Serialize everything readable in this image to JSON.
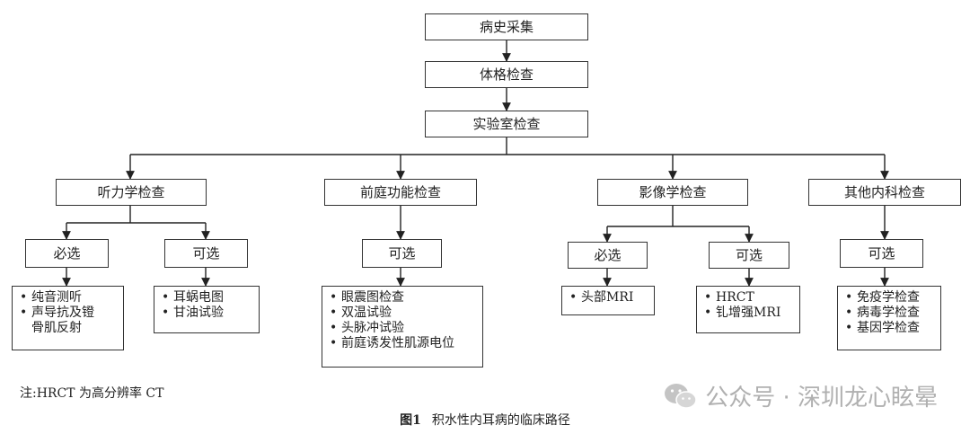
{
  "nodes": {
    "history": "病史采集",
    "physical": "体格检查",
    "lab": "实验室检查",
    "hearing": "听力学检查",
    "hearing_req": "必选",
    "hearing_opt": "可选",
    "vestibular": "前庭功能检查",
    "vestibular_opt": "可选",
    "imaging": "影像学检查",
    "imaging_req": "必选",
    "imaging_opt": "可选",
    "internal": "其他内科检查",
    "internal_opt": "可选"
  },
  "lists": {
    "hearing_req": [
      "纯音测听",
      "声导抗及镫",
      "骨肌反射"
    ],
    "hearing_opt": [
      "耳蜗电图",
      "甘油试验"
    ],
    "vestibular_opt": [
      "眼震图检查",
      "双温试验",
      "头脉冲试验",
      "前庭诱发性肌源电位"
    ],
    "imaging_req": [
      "头部MRI"
    ],
    "imaging_opt": [
      "HRCT",
      "钆增强MRI"
    ],
    "internal_opt": [
      "免疫学检查",
      "病毒学检查",
      "基因学检查"
    ]
  },
  "note": "注:HRCT 为高分辨率 CT",
  "caption": {
    "figure": "图1",
    "title": "积水性内耳病的临床路径"
  },
  "watermark": "公众号 · 深圳龙心眩晕"
}
